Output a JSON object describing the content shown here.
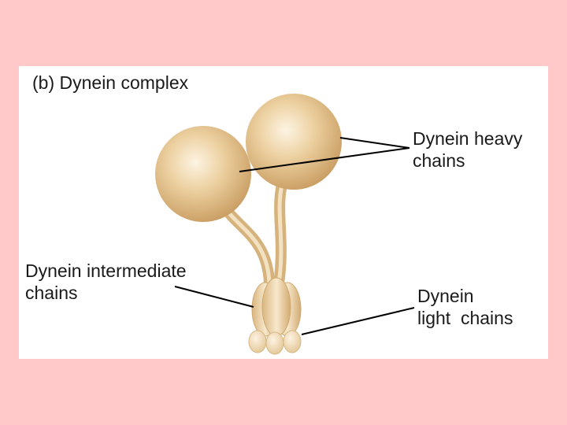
{
  "diagram": {
    "title": "(b) Dynein complex",
    "labels": {
      "heavy_chains": [
        "Dynein heavy",
        "chains"
      ],
      "intermediate_chains": [
        "Dynein intermediate",
        "chains"
      ],
      "light_chains": [
        "Dynein",
        "light  chains"
      ]
    }
  },
  "colors": {
    "page_background": "#ffc9c9",
    "panel_background": "#ffffff",
    "protein_fill": "#e6c592",
    "protein_shadow": "#c49c64",
    "leader_lines": "#000000"
  }
}
